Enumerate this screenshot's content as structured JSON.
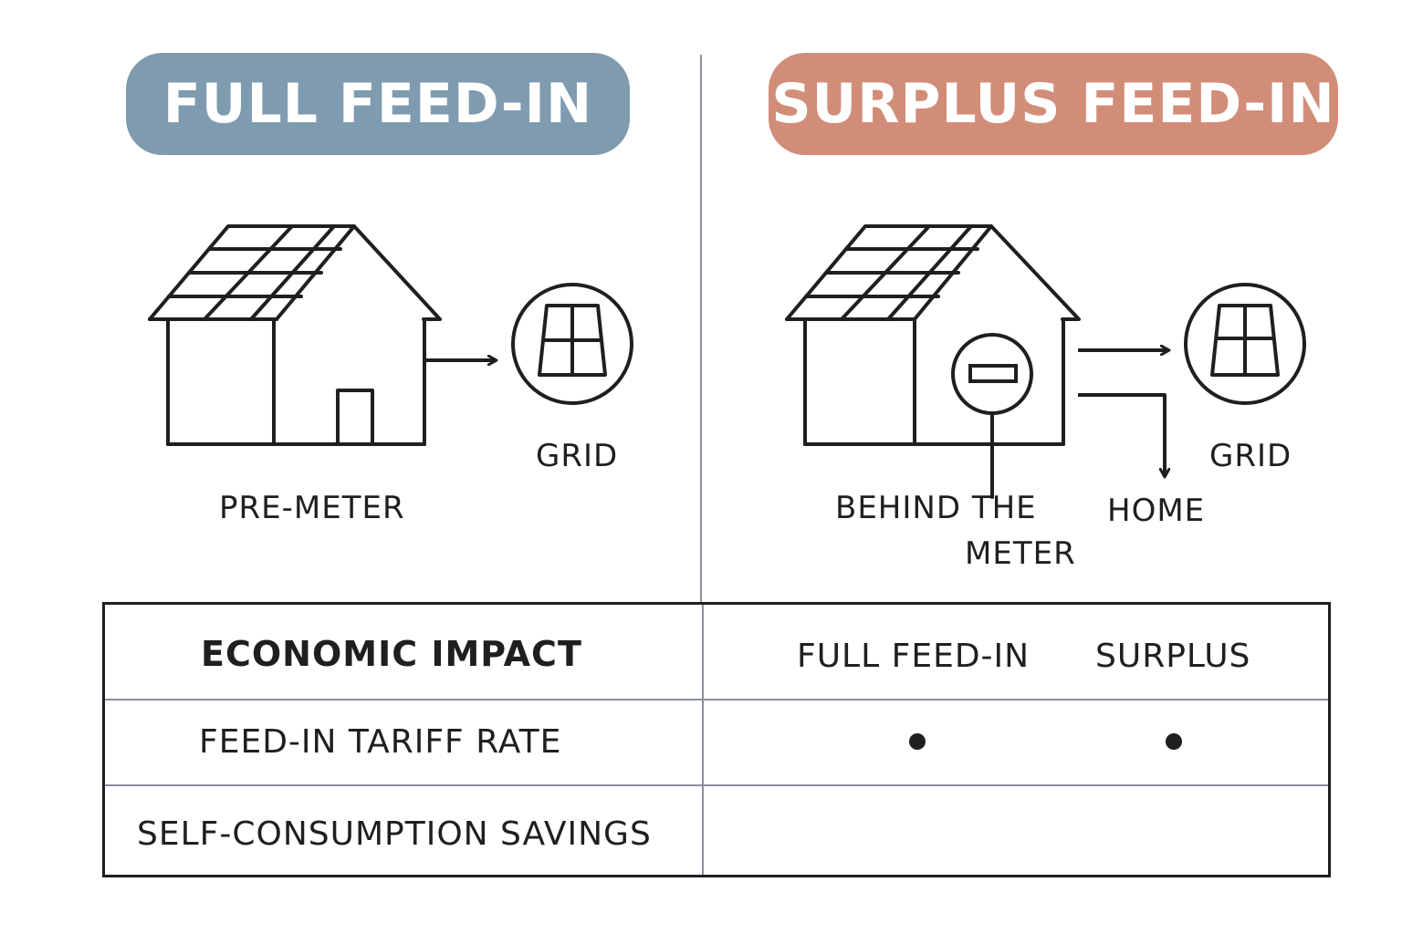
{
  "headers": {
    "left": "FULL FEED-IN",
    "right": "SURPLUS FEED-IN"
  },
  "colors": {
    "left_pill": "#7f9bb0",
    "right_pill": "#d28d78",
    "ink": "#1f1f1f",
    "divider": "#8a8f99"
  },
  "left_diagram": {
    "icons": [
      "house-with-solar-panels-icon",
      "arrow-right-icon",
      "grid-icon"
    ],
    "grid_label": "GRID",
    "meter_label": "PRE-METER"
  },
  "right_diagram": {
    "icons": [
      "house-with-solar-panels-icon",
      "meter-icon",
      "arrow-right-icon",
      "arrow-down-icon",
      "grid-icon"
    ],
    "grid_label": "GRID",
    "meter_label_line1": "BEHIND THE",
    "meter_label_line2": "METER",
    "home_label": "HOME"
  },
  "table": {
    "header": {
      "label": "ECONOMIC IMPACT",
      "col1": "FULL FEED-IN",
      "col2": "SURPLUS"
    },
    "rows": [
      {
        "label": "FEED-IN TARIFF RATE",
        "col1_dot": true,
        "col2_dot": true
      },
      {
        "label": "SELF-CONSUMPTION SAVINGS",
        "col1_dot": false,
        "col2_dot": false
      }
    ]
  }
}
